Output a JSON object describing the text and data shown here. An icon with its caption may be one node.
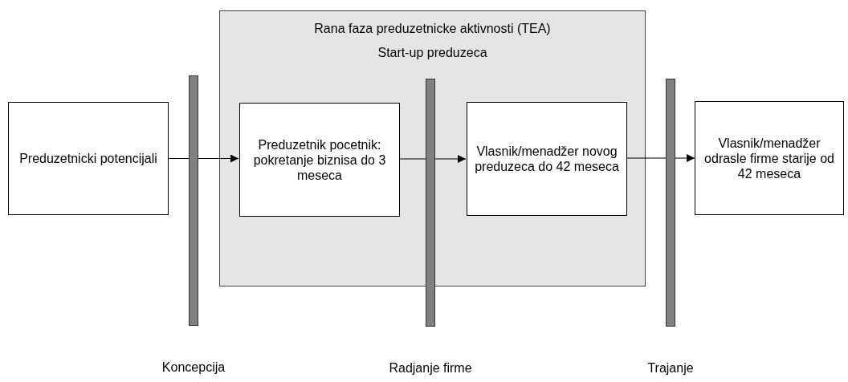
{
  "diagram": {
    "nodes": [
      {
        "text": [
          "Preduzetnicki potencijali"
        ]
      },
      {
        "text": [
          "Rana faza preduzetnicke aktivnosti (TEA)",
          "Start-up preduzeca"
        ]
      },
      {
        "text": [
          "Preduzetnik pocetnik: pokretanje biznisa do 3 meseca"
        ],
        "in": 1
      },
      {
        "text": [
          "Vlasnik/menadžer novog preduzeca do 42 meseca"
        ],
        "in": 1
      },
      {
        "text": [
          "Vlasnik/menadžer odrasle firme starije od 42 meseca"
        ]
      },
      {
        "text": [],
        "shape": "bar",
        "beside": [
          "Koncepcija"
        ]
      },
      {
        "text": [],
        "shape": "bar",
        "beside": [
          "Radjanje firme"
        ]
      },
      {
        "text": [],
        "shape": "bar",
        "beside": [
          "Trajanje"
        ]
      }
    ],
    "edges": [
      {
        "from": 0,
        "to": 2,
        "arrow": "to"
      },
      {
        "from": 2,
        "to": 3,
        "arrow": "to"
      },
      {
        "from": 3,
        "to": 4,
        "arrow": "to"
      }
    ]
  }
}
